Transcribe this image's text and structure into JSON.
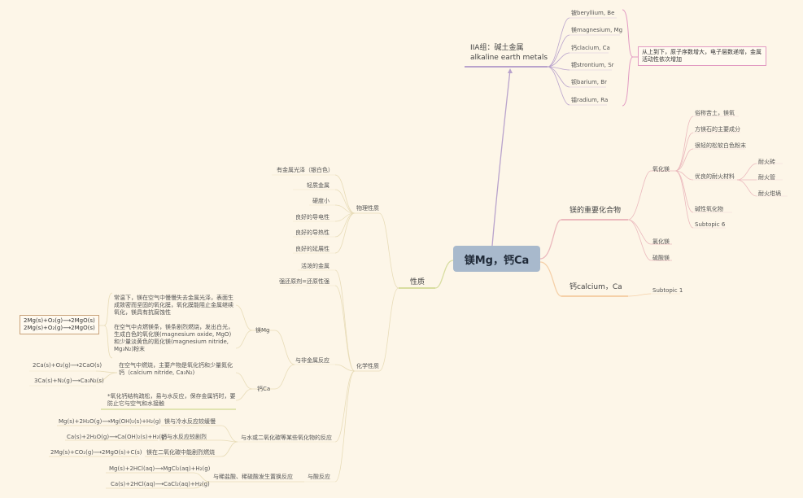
{
  "central": "镁Mg，钙Ca",
  "group": {
    "title_line1": "IIA组：碱土金属",
    "title_line2": "alkaline earth metals",
    "elements": [
      "铍beryllium, Be",
      "镁magnesium, Mg",
      "钙clacium, Ca",
      "锶strontium, Sr",
      "钡barium, Br",
      "镭radium, Ra"
    ],
    "note": "从上到下，原子序数增大，电子层数递增，金属活动性依次增加"
  },
  "compounds": {
    "title": "镁的重要化合物",
    "mgo_label": "氧化镁",
    "mgo_items": [
      "俗称苦土，镁氧",
      "方镁石的主要成分",
      "很轻的松软白色粉末",
      "优良的耐火材料",
      "碱性氧化物",
      "Subtopic 6"
    ],
    "refractory": [
      "耐火砖",
      "耐火管",
      "耐火坩埚"
    ],
    "others": [
      "氯化镁",
      "硫酸镁"
    ]
  },
  "calcium": {
    "title": "钙calcium，Ca",
    "sub": "Subtopic 1"
  },
  "properties": {
    "title": "性质",
    "physical": {
      "label": "物理性质",
      "items": [
        "有金属光泽（银白色）",
        "轻质金属",
        "硬度小",
        "良好的导电性",
        "良好的导热性",
        "良好的延展性"
      ]
    },
    "chemical": {
      "label": "化学性质",
      "active": "活泼的金属",
      "reducer": "强还原剂=还原性强",
      "nonmetal": "与非金属反应",
      "mg_label": "镁Mg",
      "mg_text1": "常温下，镁在空气中慢慢失去金属光泽，表面生成致密而坚固的氧化膜，氧化膜能阻止金属继续氧化，镁具有抗腐蚀性",
      "mg_text2": "在空气中点燃镁条，镁条剧烈燃烧，发出白光，生成白色的氧化镁(magnesium oxide, MgO)和少量淡黄色的氮化镁(magnesium nitride, Mg₃N₂)粉末",
      "mg_eq1": "2Mg(s)+O₂(g)⟶2MgO(s)",
      "mg_eq2": "2Mg(s)+O₂(g)⟶2MgO(s)",
      "ca_label": "钙Ca",
      "ca_text1": "在空气中燃烧，主要产物是氧化钙和少量氮化钙（calcium nitride, Ca₃N₂)",
      "ca_text2": "*氧化钙结构疏松，易与水反应，保存金属钙时，要防止它与空气和水接触",
      "ca_eq1": "2Ca(s)+O₂(g)⟶2CaO(s)",
      "ca_eq2": "3Ca(s)+N₂(g)⟶Ca₃N₂(s)",
      "water": "与水或二氧化碳等某些氧化物的反应",
      "water_items": [
        "镁与冷水反应较缓慢",
        "钙与水反应较剧烈",
        "镁在二氧化碳中能剧烈燃烧"
      ],
      "water_eqs": [
        "Mg(s)+2H₂O(g)⟶Mg(OH)₂(s)+H₂(g)",
        "Ca(s)+2H₂O(g)⟶Ca(OH)₂(s)+H₂(g)",
        "2Mg(s)+CO₂(g)⟶2MgO(s)+C(s)"
      ],
      "acid": "与酸反应",
      "acid_item": "与稀盐酸、稀硫酸发生置换反应",
      "acid_eqs": [
        "Mg(s)+2HCl(aq)⟶MgCl₂(aq)+H₂(g)",
        "Ca(s)+2HCl(aq)⟶CaCl₂(aq)+H₂(g)"
      ]
    }
  }
}
